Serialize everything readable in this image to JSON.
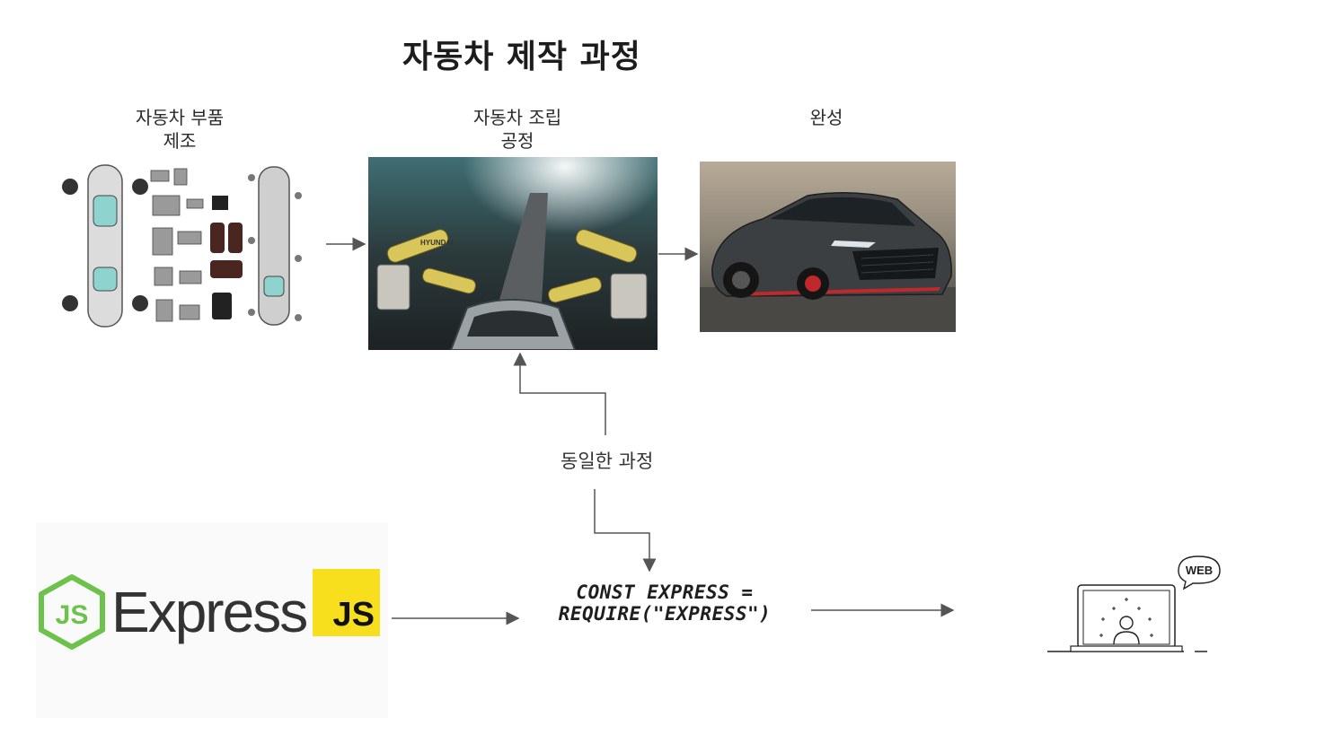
{
  "title": "자동차 제작 과정",
  "stages": {
    "parts": "자동차 부품\n제조",
    "assembly": "자동차 조립\n공정",
    "complete": "완성"
  },
  "same_process": "동일한 과정",
  "logos": {
    "node_badge": "JS",
    "express_word": "Express",
    "js_badge": "JS"
  },
  "code_line": "CONST EXPRESS =\nREQUIRE(\"EXPRESS\")",
  "web_bubble": "WEB",
  "assembly_car_brand": "HYUNDAI",
  "colors": {
    "arrow": "#555555",
    "node_green": "#6cc24a",
    "js_yellow": "#f7df1e",
    "logo_panel": "#fafafa"
  }
}
